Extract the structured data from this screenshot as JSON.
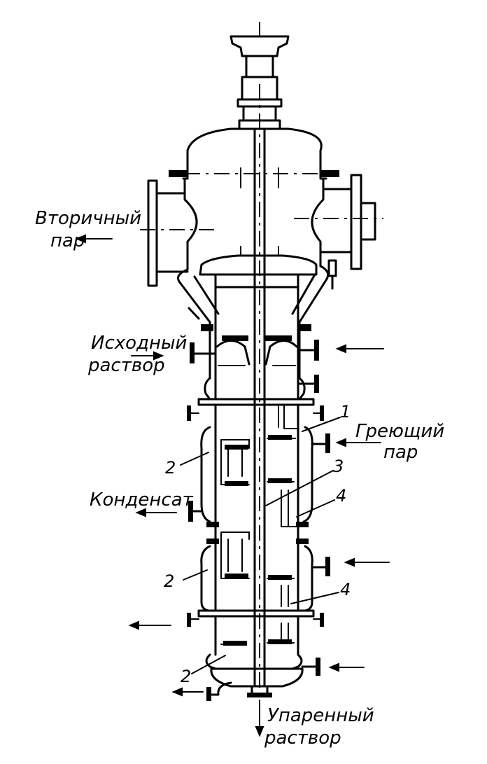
{
  "labels": {
    "secondary_steam_line1": "Вторичный",
    "secondary_steam_line2": "пар",
    "feed_solution_line1": "Исходный",
    "feed_solution_line2": "раствор",
    "heating_steam_line1": "Греющий",
    "heating_steam_line2": "пар",
    "condensate": "Конденсат",
    "evaporated_solution_line1": "Упаренный",
    "evaporated_solution_line2": "раствор"
  },
  "numbers": {
    "n1": "1",
    "n2a": "2",
    "n2b": "2",
    "n2c": "2",
    "n3": "3",
    "n4a": "4",
    "n4b": "4"
  },
  "colors": {
    "ink": "#000000",
    "paper": "#ffffff"
  }
}
